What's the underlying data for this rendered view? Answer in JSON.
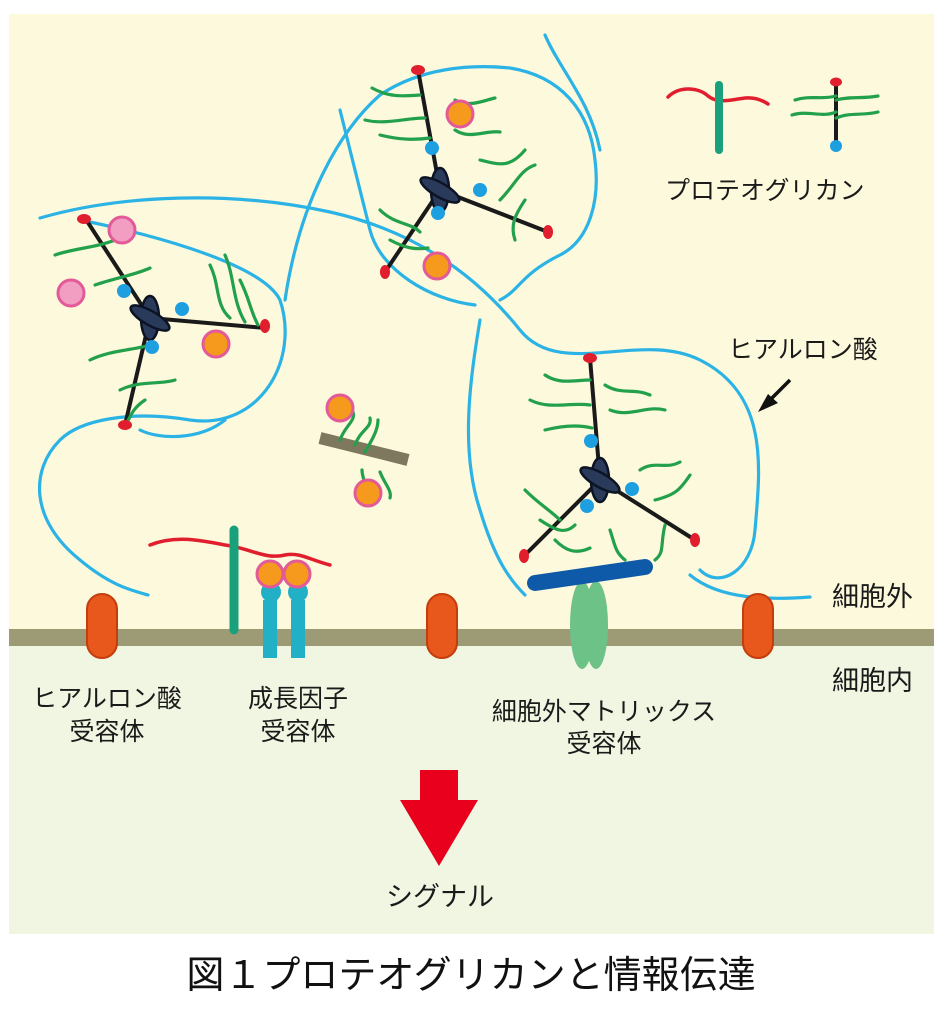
{
  "colors": {
    "extracellular_bg": "#fdf9dc",
    "intracellular_bg": "#f1f6e2",
    "membrane": "#9c9b76",
    "hyaluronan": "#2bb3e6",
    "gag_chain": "#22a04b",
    "core_protein": "#1a1a1a",
    "link_protein": "#e01e2e",
    "ha_receptor": "#e8571b",
    "gf_receptor": "#22b0c6",
    "ecm_receptor": "#6cc287",
    "ecm_bar": "#0f5aa8",
    "growth_factor_orange": "#f59a1c",
    "growth_factor_pink": "#f29ec3",
    "signal_arrow": "#e8001c"
  },
  "labels": {
    "proteoglycan": "プロテオグリカン",
    "hyaluronic_acid": "ヒアルロン酸",
    "extracellular": "細胞外",
    "intracellular": "細胞内",
    "ha_receptor_line1": "ヒアルロン酸",
    "ha_receptor_line2": "受容体",
    "gf_receptor_line1": "成長因子",
    "gf_receptor_line2": "受容体",
    "ecm_receptor_line1": "細胞外マトリックス",
    "ecm_receptor_line2": "受容体",
    "signal": "シグナル"
  },
  "caption": "図１プロテオグリカンと情報伝達"
}
